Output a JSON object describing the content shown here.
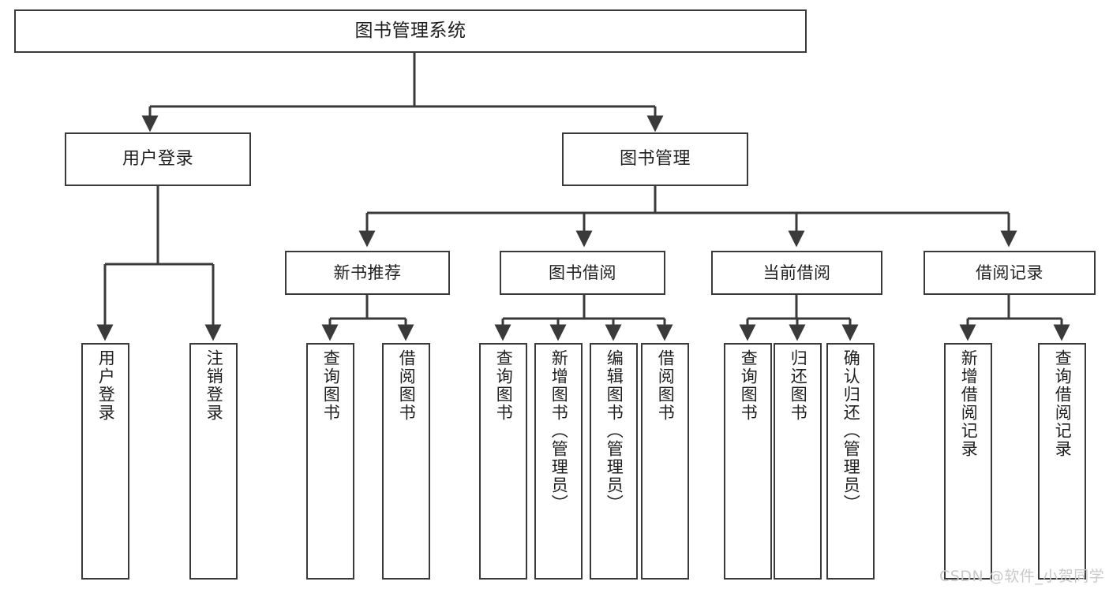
{
  "diagram": {
    "title": "图书管理系统",
    "type": "tree-hierarchy-chart",
    "watermark": "CSDN @软件_小贺同学",
    "nodes": {
      "root": {
        "label": "图书管理系统"
      },
      "level1": [
        {
          "id": "user-login",
          "label": "用户登录"
        },
        {
          "id": "book-manage",
          "label": "图书管理"
        }
      ],
      "level2": [
        {
          "id": "new-book-recommend",
          "label": "新书推荐"
        },
        {
          "id": "book-borrow",
          "label": "图书借阅"
        },
        {
          "id": "current-borrow",
          "label": "当前借阅"
        },
        {
          "id": "borrow-record",
          "label": "借阅记录"
        }
      ],
      "leaves": {
        "user-login": [
          {
            "id": "leaf-user-login",
            "label": "用户登录"
          },
          {
            "id": "leaf-logout-login",
            "label": "注销登录"
          }
        ],
        "new-book-recommend": [
          {
            "id": "leaf-query-book-1",
            "label": "查询图书"
          },
          {
            "id": "leaf-borrow-book-1",
            "label": "借阅图书"
          }
        ],
        "book-borrow": [
          {
            "id": "leaf-query-book-2",
            "label": "查询图书"
          },
          {
            "id": "leaf-add-book",
            "label": "新增图书（管理员）"
          },
          {
            "id": "leaf-edit-book",
            "label": "编辑图书（管理员）"
          },
          {
            "id": "leaf-borrow-book-2",
            "label": "借阅图书"
          }
        ],
        "current-borrow": [
          {
            "id": "leaf-query-book-3",
            "label": "查询图书"
          },
          {
            "id": "leaf-return-book",
            "label": "归还图书"
          },
          {
            "id": "leaf-confirm-return",
            "label": "确认归还（管理员）"
          }
        ],
        "borrow-record": [
          {
            "id": "leaf-add-record",
            "label": "新增借阅记录"
          },
          {
            "id": "leaf-query-record",
            "label": "查询借阅记录"
          }
        ]
      }
    },
    "colors": {
      "border": "#3a3a3a",
      "edge": "#3a3a3a",
      "background": "#ffffff",
      "text": "#1f1f1f",
      "watermark": "#c9c9c9"
    }
  }
}
